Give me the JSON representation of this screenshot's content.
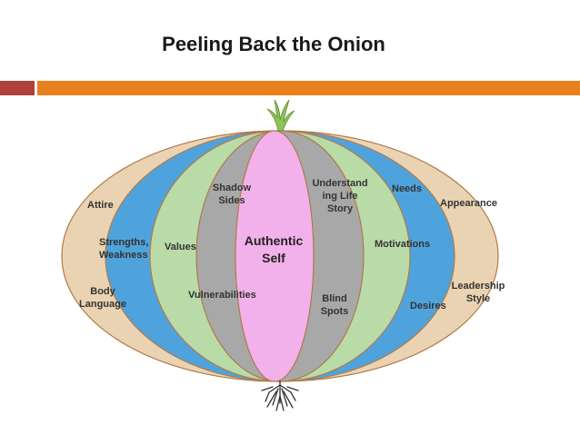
{
  "title": "Peeling Back the Onion",
  "colors": {
    "header_bar_left": "#b0403a",
    "header_bar_right": "#e8801e",
    "layer_outer": "#ead3b3",
    "layer_blue": "#4fa3dc",
    "layer_green": "#b9dba8",
    "layer_gray": "#a8a8a8",
    "layer_core": "#f2b1ea",
    "outline": "#b07a4a",
    "sprout": "#8fc257",
    "roots": "#333333"
  },
  "icons": {
    "top": "sprout-icon",
    "bottom": "roots-icon"
  },
  "labels": {
    "attire": "Attire",
    "appearance": "Appearance",
    "body_language_1": "Body",
    "body_language_2": "Language",
    "leadership_style_1": "Leadership",
    "leadership_style_2": "Style",
    "strengths_1": "Strengths,",
    "strengths_2": "Weakness",
    "needs": "Needs",
    "desires": "Desires",
    "values": "Values",
    "motivations": "Motivations",
    "shadow_sides_1": "Shadow",
    "shadow_sides_2": "Sides",
    "vulnerabilities": "Vulnerabilities",
    "understanding_1": "Understand",
    "understanding_2": "ing Life",
    "understanding_3": "Story",
    "blind_spots_1": "Blind",
    "blind_spots_2": "Spots",
    "authentic_self_1": "Authentic",
    "authentic_self_2": "Self"
  }
}
